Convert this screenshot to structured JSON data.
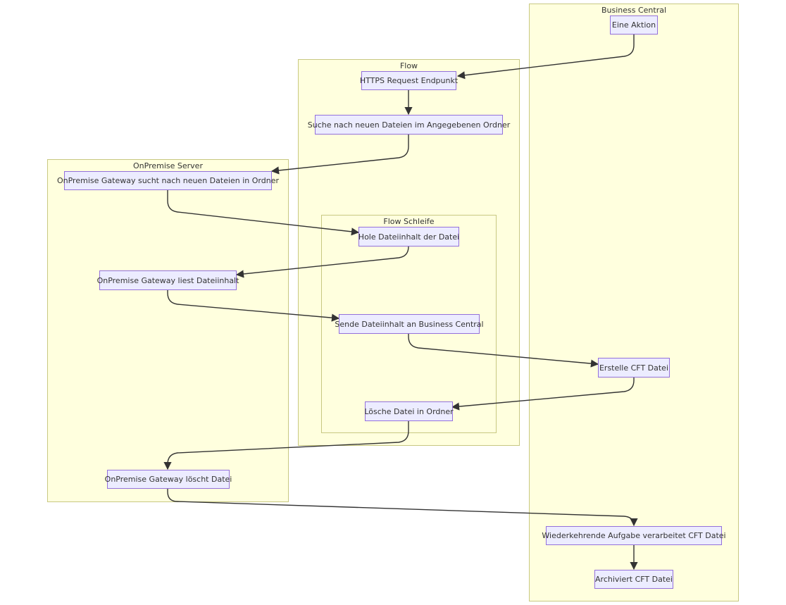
{
  "colors": {
    "cluster_fill": "#ffffde",
    "cluster_border": "#c8c882",
    "node_fill": "#ececff",
    "node_border": "#9370db",
    "edge": "#333333",
    "text": "#333333"
  },
  "clusters": {
    "business_central": "Business Central",
    "flow": "Flow",
    "flow_schleife": "Flow Schleife",
    "onpremise_server": "OnPremise Server"
  },
  "nodes": {
    "eine_aktion": "Eine Aktion",
    "https_request": "HTTPS Request Endpunkt",
    "suche_dateien": "Suche nach neuen Dateien im Angegebenen Ordner",
    "gateway_sucht": "OnPremise Gateway sucht nach neuen Dateien in Ordner",
    "hole_dateiinhalt": "Hole Dateiinhalt der Datei",
    "gateway_liest": "OnPremise Gateway liest Dateiinhalt",
    "sende_dateiinhalt": "Sende Dateiinhalt an Business Central",
    "erstelle_cft": "Erstelle CFT Datei",
    "loesche_datei": "Lösche Datei in Ordner",
    "gateway_loescht": "OnPremise Gateway löscht Datei",
    "wiederkehrende_aufgabe": "Wiederkehrende Aufgabe verarbeitet CFT Datei",
    "archiviert_cft": "Archiviert CFT Datei"
  },
  "edges": [
    {
      "from": "Eine Aktion",
      "to": "HTTPS Request Endpunkt"
    },
    {
      "from": "HTTPS Request Endpunkt",
      "to": "Suche nach neuen Dateien im Angegebenen Ordner"
    },
    {
      "from": "Suche nach neuen Dateien im Angegebenen Ordner",
      "to": "OnPremise Gateway sucht nach neuen Dateien in Ordner"
    },
    {
      "from": "OnPremise Gateway sucht nach neuen Dateien in Ordner",
      "to": "Hole Dateiinhalt der Datei"
    },
    {
      "from": "Hole Dateiinhalt der Datei",
      "to": "OnPremise Gateway liest Dateiinhalt"
    },
    {
      "from": "OnPremise Gateway liest Dateiinhalt",
      "to": "Sende Dateiinhalt an Business Central"
    },
    {
      "from": "Sende Dateiinhalt an Business Central",
      "to": "Erstelle CFT Datei"
    },
    {
      "from": "Erstelle CFT Datei",
      "to": "Lösche Datei in Ordner"
    },
    {
      "from": "Lösche Datei in Ordner",
      "to": "OnPremise Gateway löscht Datei"
    },
    {
      "from": "OnPremise Gateway löscht Datei",
      "to": "Wiederkehrende Aufgabe verarbeitet CFT Datei"
    },
    {
      "from": "Wiederkehrende Aufgabe verarbeitet CFT Datei",
      "to": "Archiviert CFT Datei"
    }
  ]
}
